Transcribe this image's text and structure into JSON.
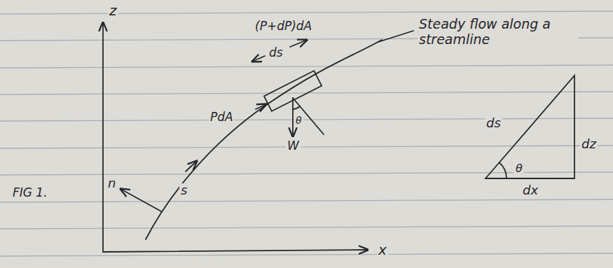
{
  "diagram": {
    "labels": [
      "z",
      "(P+dP)dA",
      "ds",
      "Steady flow along a streamline",
      "PdA",
      "θ",
      "W",
      "n",
      "s",
      "x",
      "FIG 1.",
      "ds",
      "θ",
      "dz",
      "dx"
    ]
  }
}
